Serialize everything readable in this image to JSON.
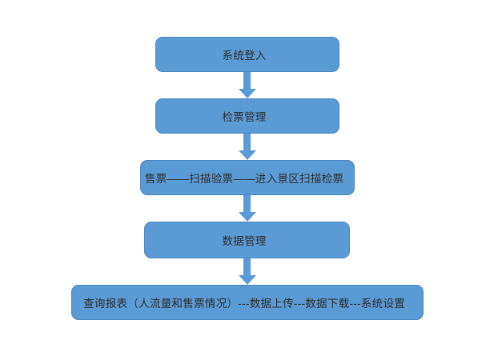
{
  "diagram": {
    "type": "flowchart",
    "background_color": "#ffffff",
    "node_fill_color": "#5b9bd5",
    "node_border_color": "#4a86c5",
    "arrow_color": "#5b9bd5",
    "text_color": "#2e2e2e",
    "line_break_mark": "↓",
    "nodes": [
      {
        "id": "system-login",
        "label": "系统登入"
      },
      {
        "id": "ticket-check-management",
        "label": "检票管理"
      },
      {
        "id": "ticket-flow",
        "label": "售票——扫描验票——进入景区扫描检票"
      },
      {
        "id": "data-management",
        "label": "数据管理"
      },
      {
        "id": "reports-and-settings",
        "label": "查询报表（人流量和售票情况）---数据上传---数据下载---系统设置"
      }
    ],
    "connections": [
      {
        "from": "system-login",
        "to": "ticket-check-management",
        "direction": "down"
      },
      {
        "from": "ticket-check-management",
        "to": "ticket-flow",
        "direction": "down"
      },
      {
        "from": "ticket-flow",
        "to": "data-management",
        "direction": "down"
      },
      {
        "from": "data-management",
        "to": "reports-and-settings",
        "direction": "down"
      }
    ]
  }
}
